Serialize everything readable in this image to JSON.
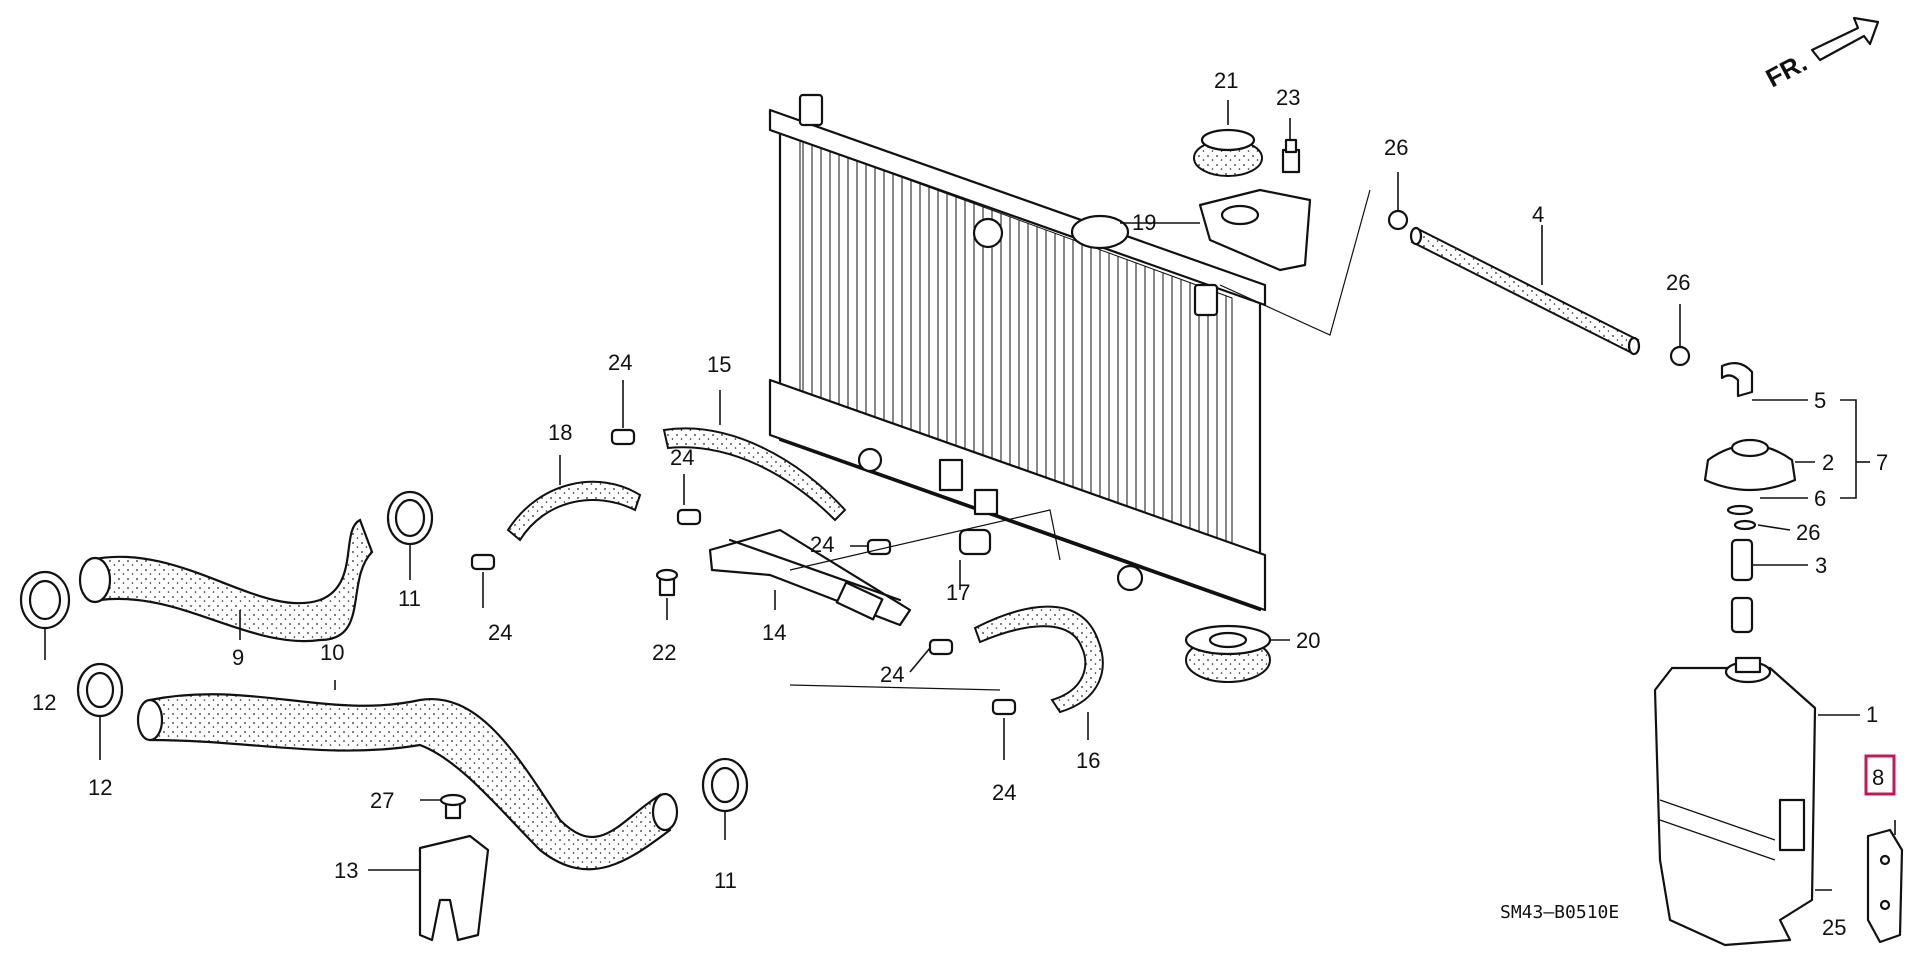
{
  "diagram": {
    "code": "SM43–B0510E",
    "direction_label": "FR.",
    "highlighted_part": "8",
    "callouts": [
      {
        "id": "c1",
        "label": "1"
      },
      {
        "id": "c2",
        "label": "2"
      },
      {
        "id": "c3",
        "label": "3"
      },
      {
        "id": "c4",
        "label": "4"
      },
      {
        "id": "c5",
        "label": "5"
      },
      {
        "id": "c6",
        "label": "6"
      },
      {
        "id": "c7",
        "label": "7"
      },
      {
        "id": "c8",
        "label": "8"
      },
      {
        "id": "c9",
        "label": "9"
      },
      {
        "id": "c10",
        "label": "10"
      },
      {
        "id": "c11a",
        "label": "11"
      },
      {
        "id": "c11b",
        "label": "11"
      },
      {
        "id": "c12a",
        "label": "12"
      },
      {
        "id": "c12b",
        "label": "12"
      },
      {
        "id": "c13",
        "label": "13"
      },
      {
        "id": "c14",
        "label": "14"
      },
      {
        "id": "c15",
        "label": "15"
      },
      {
        "id": "c16",
        "label": "16"
      },
      {
        "id": "c17",
        "label": "17"
      },
      {
        "id": "c18",
        "label": "18"
      },
      {
        "id": "c19",
        "label": "19"
      },
      {
        "id": "c20",
        "label": "20"
      },
      {
        "id": "c21",
        "label": "21"
      },
      {
        "id": "c22",
        "label": "22"
      },
      {
        "id": "c23",
        "label": "23"
      },
      {
        "id": "c24a",
        "label": "24"
      },
      {
        "id": "c24b",
        "label": "24"
      },
      {
        "id": "c24c",
        "label": "24"
      },
      {
        "id": "c24d",
        "label": "24"
      },
      {
        "id": "c24e",
        "label": "24"
      },
      {
        "id": "c24f",
        "label": "24"
      },
      {
        "id": "c25",
        "label": "25"
      },
      {
        "id": "c26a",
        "label": "26"
      },
      {
        "id": "c26b",
        "label": "26"
      },
      {
        "id": "c26c",
        "label": "26"
      },
      {
        "id": "c27",
        "label": "27"
      }
    ]
  }
}
